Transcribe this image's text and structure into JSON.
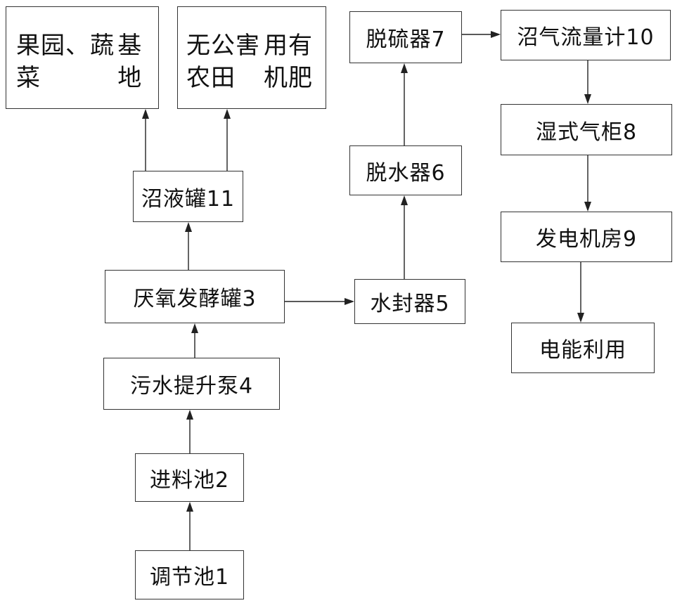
{
  "diagram": {
    "nodes": {
      "orchard": {
        "line1": "果园、蔬菜",
        "line2": "基地"
      },
      "organic": {
        "line1": "无公害农田",
        "line2": "用有机肥"
      },
      "desulf": {
        "label": "脱硫器7"
      },
      "flowmeter": {
        "label": "沼气流量计10"
      },
      "gascab": {
        "label": "湿式气柜8"
      },
      "dehydr": {
        "label": "脱水器6"
      },
      "biotank": {
        "label": "沼液罐11"
      },
      "generator": {
        "label": "发电机房9"
      },
      "anaerobic": {
        "label": "厌氧发酵罐3"
      },
      "watersl": {
        "label": "水封器5"
      },
      "power": {
        "label": "电能利用"
      },
      "pump": {
        "label": "污水提升泵4"
      },
      "feed": {
        "label": "进料池2"
      },
      "regul": {
        "label": "调节池1"
      }
    },
    "edges": [
      [
        "regul",
        "feed"
      ],
      [
        "feed",
        "pump"
      ],
      [
        "pump",
        "anaerobic"
      ],
      [
        "anaerobic",
        "biotank"
      ],
      [
        "biotank",
        "orchard"
      ],
      [
        "biotank",
        "organic"
      ],
      [
        "anaerobic",
        "watersl"
      ],
      [
        "watersl",
        "dehydr"
      ],
      [
        "dehydr",
        "desulf"
      ],
      [
        "desulf",
        "flowmeter"
      ],
      [
        "flowmeter",
        "gascab"
      ],
      [
        "gascab",
        "generator"
      ],
      [
        "generator",
        "power"
      ]
    ],
    "colors": {
      "border": "#333333",
      "line": "#222222",
      "text": "#111111"
    }
  }
}
